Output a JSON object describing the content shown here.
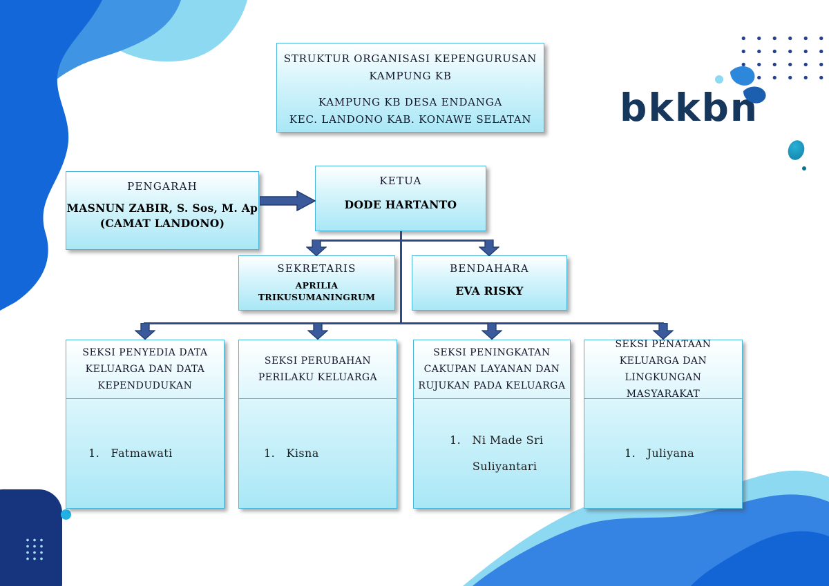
{
  "header": {
    "title_line1": "STRUKTUR ORGANISASI KEPENGURUSAN",
    "title_line2": "KAMPUNG KB",
    "subtitle_line1": "KAMPUNG KB DESA ENDANGA",
    "subtitle_line2": "KEC. LANDONO KAB. KONAWE SELATAN"
  },
  "logo": {
    "text": "bkkbn"
  },
  "chart": {
    "pengarah": {
      "role": "PENGARAH",
      "name_line1": "MASNUN ZABIR, S. Sos, M. Ap",
      "name_line2": "(CAMAT LANDONO)"
    },
    "ketua": {
      "role": "KETUA",
      "name": "DODE HARTANTO"
    },
    "sekretaris": {
      "role": "SEKRETARIS",
      "name": "APRILIA TRIKUSUMANINGRUM"
    },
    "bendahara": {
      "role": "BENDAHARA",
      "name": "EVA RISKY"
    },
    "seksi": [
      {
        "title": "SEKSI PENYEDIA DATA\nKELUARGA DAN DATA\nKEPENDUDUKAN",
        "member": "1.   Fatmawati"
      },
      {
        "title": "SEKSI PERUBAHAN\nPERILAKU KELUARGA",
        "member": "1.   Kisna"
      },
      {
        "title": "SEKSI PENINGKATAN\nCAKUPAN LAYANAN DAN\nRUJUKAN PADA KELUARGA",
        "member": "1.   Ni Made Sri\n      Suliyantari"
      },
      {
        "title": "SEKSI PENATAAN\nKELUARGA DAN\nLINGKUNGAN MASYARAKAT",
        "member": "1.   Juliyana"
      }
    ]
  },
  "colors": {
    "box_border": "#49b6dc",
    "box_fill_bottom": "#a9e7f6",
    "arrow_fill": "#3a5a9c",
    "arrow_stroke": "#1f3a6e",
    "line": "#2e4a8c",
    "logo_navy": "#16365c"
  }
}
